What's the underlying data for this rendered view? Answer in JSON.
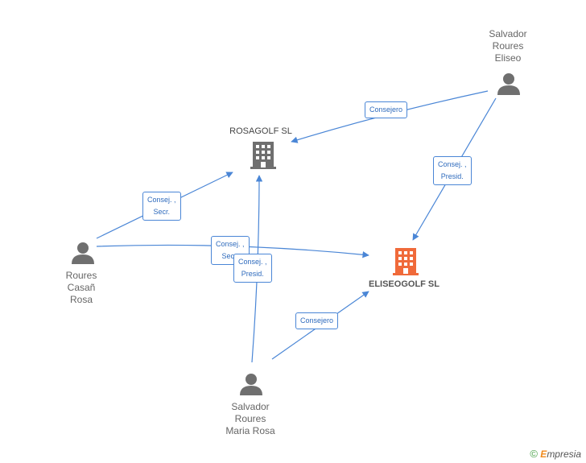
{
  "nodes": {
    "rosagolf": {
      "label": "ROSAGOLF SL",
      "icon": "building-icon",
      "color": "#6f6f6f"
    },
    "eliseogolf": {
      "label": "ELISEOGOLF SL",
      "icon": "building-icon",
      "color": "#f06a3a"
    },
    "salvador_eliseo": {
      "label": "Salvador\nRoures\nEliseo",
      "icon": "person-icon",
      "color": "#6f6f6f"
    },
    "roures_casan": {
      "label": "Roures\nCasañ\nRosa",
      "icon": "person-icon",
      "color": "#6f6f6f"
    },
    "salvador_maria": {
      "label": "Salvador\nRoures\nMaria Rosa",
      "icon": "person-icon",
      "color": "#6f6f6f"
    }
  },
  "edges": {
    "e1": {
      "label": "Consejero"
    },
    "e2": {
      "label": "Consej. ,\nPresid."
    },
    "e3": {
      "label": "Consej. ,\nSecr."
    },
    "e4": {
      "label": "Consej. ,\nSecr."
    },
    "e5": {
      "label": "Consej. ,\nPresid."
    },
    "e6": {
      "label": "Consejero"
    }
  },
  "edge_color": "#4a86d6",
  "footer": {
    "copyright": "©",
    "brand_initial": "E",
    "brand_rest": "mpresia"
  }
}
